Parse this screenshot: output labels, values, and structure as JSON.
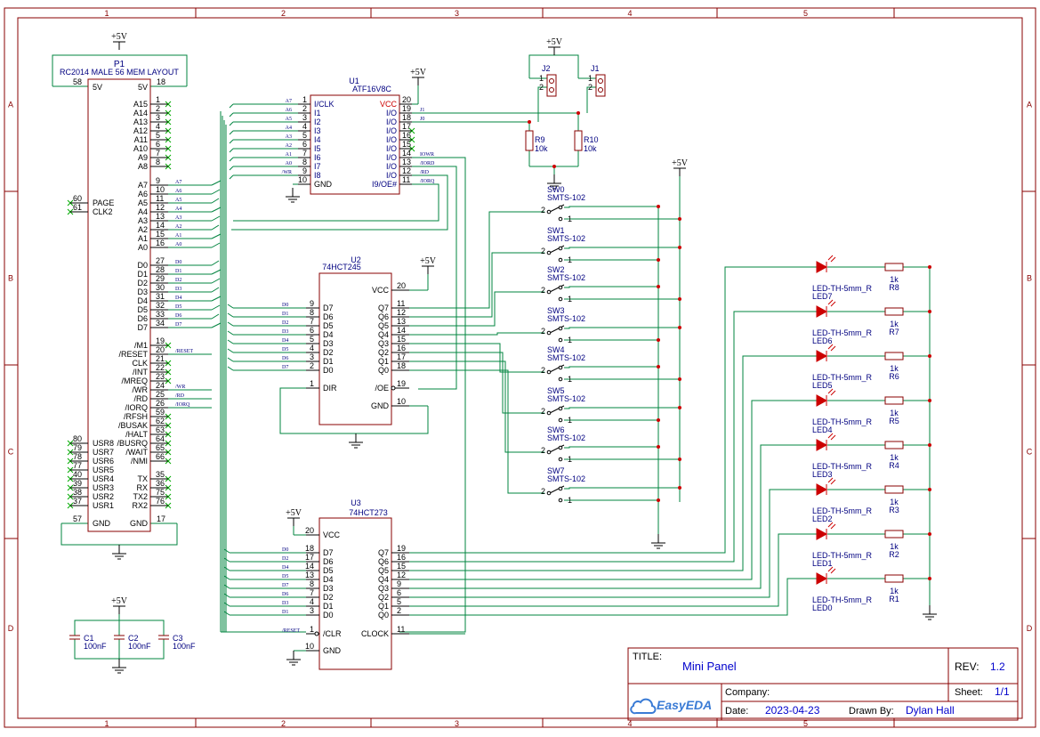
{
  "frame": {
    "cols": [
      "1",
      "2",
      "3",
      "4",
      "5"
    ],
    "rows": [
      "A",
      "B",
      "C",
      "D"
    ]
  },
  "title_block": {
    "title_label": "TITLE:",
    "title": "Mini Panel",
    "rev_label": "REV:",
    "rev": "1.2",
    "company_label": "Company:",
    "sheet_label": "Sheet:",
    "sheet": "1/1",
    "date_label": "Date:",
    "date": "2023-04-23",
    "drawn_label": "Drawn By:",
    "drawn_by": "Dylan Hall",
    "logo": "EasyEDA"
  },
  "colors": {
    "wire": "#00843f",
    "part": "#880000",
    "text": "#000080",
    "pin": "#000000",
    "led": "#cc0000"
  },
  "p1": {
    "ref": "P1",
    "value": "RC2014 MALE 56 MEM LAYOUT",
    "power": "+5V",
    "top_left": {
      "num": "58",
      "name": "5V"
    },
    "top_right": {
      "num": "18",
      "name": "5V"
    },
    "bot_left": {
      "num": "57",
      "name": "GND"
    },
    "bot_right": {
      "num": "17",
      "name": "GND"
    },
    "left": [
      {
        "num": "60",
        "name": "PAGE"
      },
      {
        "num": "61",
        "name": "CLK2"
      },
      {
        "num": "80",
        "name": "USR8"
      },
      {
        "num": "79",
        "name": "USR7"
      },
      {
        "num": "78",
        "name": "USR6"
      },
      {
        "num": "77",
        "name": "USR5"
      },
      {
        "num": "40",
        "name": "USR4"
      },
      {
        "num": "39",
        "name": "USR3"
      },
      {
        "num": "38",
        "name": "USR2"
      },
      {
        "num": "37",
        "name": "USR1"
      }
    ],
    "right": [
      {
        "num": "1",
        "name": "A15"
      },
      {
        "num": "2",
        "name": "A14"
      },
      {
        "num": "3",
        "name": "A13"
      },
      {
        "num": "4",
        "name": "A12"
      },
      {
        "num": "5",
        "name": "A11"
      },
      {
        "num": "6",
        "name": "A10"
      },
      {
        "num": "7",
        "name": "A9"
      },
      {
        "num": "8",
        "name": "A8"
      },
      {
        "num": "9",
        "name": "A7"
      },
      {
        "num": "10",
        "name": "A6"
      },
      {
        "num": "11",
        "name": "A5"
      },
      {
        "num": "12",
        "name": "A4"
      },
      {
        "num": "13",
        "name": "A3"
      },
      {
        "num": "14",
        "name": "A2"
      },
      {
        "num": "15",
        "name": "A1"
      },
      {
        "num": "16",
        "name": "A0"
      },
      {
        "num": "27",
        "name": "D0"
      },
      {
        "num": "28",
        "name": "D1"
      },
      {
        "num": "29",
        "name": "D2"
      },
      {
        "num": "30",
        "name": "D3"
      },
      {
        "num": "31",
        "name": "D4"
      },
      {
        "num": "32",
        "name": "D5"
      },
      {
        "num": "33",
        "name": "D6"
      },
      {
        "num": "34",
        "name": "D7"
      },
      {
        "num": "19",
        "name": "/M1"
      },
      {
        "num": "20",
        "name": "/RESET"
      },
      {
        "num": "21",
        "name": "CLK"
      },
      {
        "num": "22",
        "name": "/INT"
      },
      {
        "num": "23",
        "name": "/MREQ"
      },
      {
        "num": "24",
        "name": "/WR"
      },
      {
        "num": "25",
        "name": "/RD"
      },
      {
        "num": "26",
        "name": "/IORQ"
      },
      {
        "num": "59",
        "name": "/RFSH"
      },
      {
        "num": "62",
        "name": "/BUSAK"
      },
      {
        "num": "63",
        "name": "/HALT"
      },
      {
        "num": "64",
        "name": "/BUSRQ"
      },
      {
        "num": "65",
        "name": "/WAIT"
      },
      {
        "num": "66",
        "name": "/NMI"
      },
      {
        "num": "35",
        "name": "TX"
      },
      {
        "num": "36",
        "name": "RX"
      },
      {
        "num": "75",
        "name": "TX2"
      },
      {
        "num": "76",
        "name": "RX2"
      }
    ],
    "netlabels": [
      "A7",
      "A6",
      "A5",
      "A4",
      "A3",
      "A2",
      "A1",
      "A0",
      "D0",
      "D1",
      "D2",
      "D3",
      "D4",
      "D5",
      "D6",
      "D7",
      "/RESET",
      "/WR",
      "/RD",
      "/IORQ"
    ]
  },
  "u1": {
    "ref": "U1",
    "value": "ATF16V8C",
    "power": "+5V",
    "left": [
      {
        "num": "1",
        "name": "I/CLK",
        "net": "A7"
      },
      {
        "num": "2",
        "name": "I1",
        "net": "A6"
      },
      {
        "num": "3",
        "name": "I2",
        "net": "A5"
      },
      {
        "num": "4",
        "name": "I3",
        "net": "A4"
      },
      {
        "num": "5",
        "name": "I4",
        "net": "A3"
      },
      {
        "num": "6",
        "name": "I5",
        "net": "A2"
      },
      {
        "num": "7",
        "name": "I6",
        "net": "A1"
      },
      {
        "num": "8",
        "name": "I7",
        "net": "A0"
      },
      {
        "num": "9",
        "name": "I8",
        "net": "/WR"
      },
      {
        "num": "10",
        "name": "GND",
        "net": ""
      }
    ],
    "right": [
      {
        "num": "20",
        "name": "VCC",
        "net": ""
      },
      {
        "num": "19",
        "name": "I/O",
        "net": "J1"
      },
      {
        "num": "18",
        "name": "I/O",
        "net": "J0"
      },
      {
        "num": "17",
        "name": "I/O",
        "net": ""
      },
      {
        "num": "16",
        "name": "I/O",
        "net": ""
      },
      {
        "num": "15",
        "name": "I/O",
        "net": ""
      },
      {
        "num": "14",
        "name": "I/O",
        "net": "IOWR"
      },
      {
        "num": "13",
        "name": "I/O",
        "net": "/IORD"
      },
      {
        "num": "12",
        "name": "I/O",
        "net": "/RD"
      },
      {
        "num": "11",
        "name": "I9/OE#",
        "net": "/IORQ"
      }
    ]
  },
  "u2": {
    "ref": "U2",
    "value": "74HCT245",
    "power": "+5V",
    "left": [
      {
        "num": "9",
        "name": "D7",
        "net": "D0"
      },
      {
        "num": "8",
        "name": "D6",
        "net": "D1"
      },
      {
        "num": "7",
        "name": "D5",
        "net": "D2"
      },
      {
        "num": "6",
        "name": "D4",
        "net": "D3"
      },
      {
        "num": "5",
        "name": "D3",
        "net": "D4"
      },
      {
        "num": "4",
        "name": "D2",
        "net": "D5"
      },
      {
        "num": "3",
        "name": "D1",
        "net": "D6"
      },
      {
        "num": "2",
        "name": "D0",
        "net": "D7"
      },
      {
        "num": "1",
        "name": "DIR",
        "net": ""
      }
    ],
    "right": [
      {
        "num": "20",
        "name": "VCC"
      },
      {
        "num": "11",
        "name": "Q7"
      },
      {
        "num": "12",
        "name": "Q6"
      },
      {
        "num": "13",
        "name": "Q5"
      },
      {
        "num": "14",
        "name": "Q4"
      },
      {
        "num": "15",
        "name": "Q3"
      },
      {
        "num": "16",
        "name": "Q2"
      },
      {
        "num": "17",
        "name": "Q1"
      },
      {
        "num": "18",
        "name": "Q0"
      },
      {
        "num": "19",
        "name": "/OE"
      },
      {
        "num": "10",
        "name": "GND"
      }
    ]
  },
  "u3": {
    "ref": "U3",
    "value": "74HCT273",
    "power": "+5V",
    "left": [
      {
        "num": "20",
        "name": "VCC",
        "net": ""
      },
      {
        "num": "18",
        "name": "D7",
        "net": "D0"
      },
      {
        "num": "17",
        "name": "D6",
        "net": "D2"
      },
      {
        "num": "14",
        "name": "D5",
        "net": "D4"
      },
      {
        "num": "13",
        "name": "D4",
        "net": "D5"
      },
      {
        "num": "8",
        "name": "D3",
        "net": "D7"
      },
      {
        "num": "7",
        "name": "D2",
        "net": "D6"
      },
      {
        "num": "4",
        "name": "D1",
        "net": "D3"
      },
      {
        "num": "3",
        "name": "D0",
        "net": "D1"
      },
      {
        "num": "1",
        "name": "/CLR",
        "net": "/RESET"
      },
      {
        "num": "10",
        "name": "GND",
        "net": ""
      }
    ],
    "right": [
      {
        "num": "19",
        "name": "Q7"
      },
      {
        "num": "16",
        "name": "Q6"
      },
      {
        "num": "15",
        "name": "Q5"
      },
      {
        "num": "12",
        "name": "Q4"
      },
      {
        "num": "9",
        "name": "Q3"
      },
      {
        "num": "6",
        "name": "Q2"
      },
      {
        "num": "5",
        "name": "Q1"
      },
      {
        "num": "2",
        "name": "Q0"
      },
      {
        "num": "11",
        "name": "CLOCK"
      }
    ]
  },
  "jumpers": {
    "power": "+5V",
    "items": [
      {
        "ref": "J2"
      },
      {
        "ref": "J1"
      }
    ],
    "pins": [
      "1",
      "2"
    ]
  },
  "resistors_top": [
    {
      "ref": "R9",
      "value": "10k"
    },
    {
      "ref": "R10",
      "value": "10k"
    }
  ],
  "switches": {
    "power": "+5V",
    "value": "SMTS-102",
    "items": [
      "SW0",
      "SW1",
      "SW2",
      "SW3",
      "SW4",
      "SW5",
      "SW6",
      "SW7"
    ],
    "pins": [
      "2",
      "1"
    ]
  },
  "leds": {
    "value": "LED-TH-5mm_R",
    "res_value": "1k",
    "items": [
      {
        "led": "LED7",
        "res": "R8"
      },
      {
        "led": "LED6",
        "res": "R7"
      },
      {
        "led": "LED5",
        "res": "R6"
      },
      {
        "led": "LED4",
        "res": "R5"
      },
      {
        "led": "LED3",
        "res": "R4"
      },
      {
        "led": "LED2",
        "res": "R3"
      },
      {
        "led": "LED1",
        "res": "R2"
      },
      {
        "led": "LED0",
        "res": "R1"
      }
    ]
  },
  "caps": {
    "power": "+5V",
    "items": [
      {
        "ref": "C1",
        "value": "100nF"
      },
      {
        "ref": "C2",
        "value": "100nF"
      },
      {
        "ref": "C3",
        "value": "100nF"
      }
    ]
  }
}
